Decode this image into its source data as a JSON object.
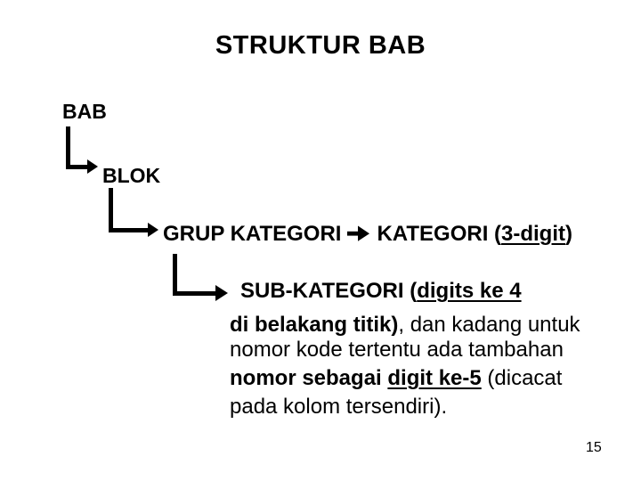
{
  "slide": {
    "title": "STRUKTUR BAB",
    "page_number": "15"
  },
  "colors": {
    "background": "#ffffff",
    "text": "#000000"
  },
  "diagram": {
    "level1_label": "BAB",
    "level2_label": "BLOK",
    "level3": {
      "text_before_arrow": "GRUP KATEGORI",
      "arrow_icon": "arrow-right",
      "text_after_arrow": "KATEGORI (",
      "underlined": "3-digit",
      "closing": ")"
    },
    "level4": {
      "line1_bold": "SUB-KATEGORI (",
      "line1_bold_underline": "digits ke 4",
      "line2_bold": "di belakang titik)",
      "line2_regular": ", dan kadang untuk",
      "line3_regular": "nomor kode tertentu ada tambahan",
      "line4_bold": "nomor sebagai ",
      "line4_bold_underline": "digit ke-5",
      "line4_regular": " (dicacat",
      "line5_regular": "pada kolom tersendiri)."
    }
  }
}
